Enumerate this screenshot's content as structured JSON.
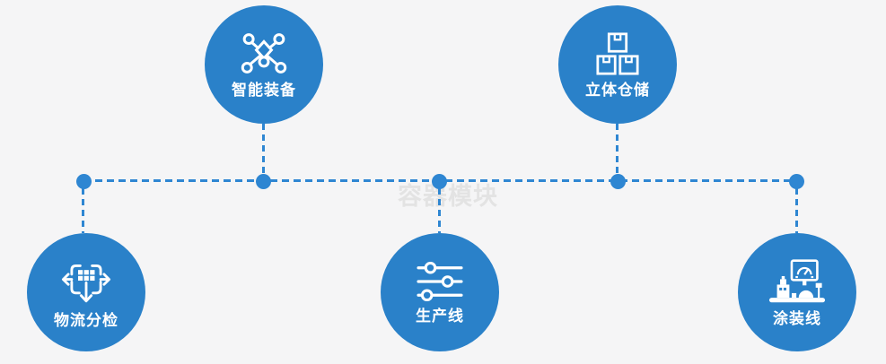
{
  "diagram": {
    "watermark": "容器模块",
    "nodes": [
      {
        "id": "smart-equipment",
        "label": "智能装备",
        "icon": "network-nodes-icon"
      },
      {
        "id": "stereo-warehouse",
        "label": "立体仓储",
        "icon": "stacked-boxes-icon"
      },
      {
        "id": "logistics-sorting",
        "label": "物流分检",
        "icon": "distribute-arrows-icon"
      },
      {
        "id": "production-line",
        "label": "生产线",
        "icon": "sliders-icon"
      },
      {
        "id": "painting-line",
        "label": "涂装线",
        "icon": "control-station-icon"
      }
    ],
    "colors": {
      "node_fill": "#2a81c9",
      "connector": "#2e86d2",
      "background": "#f5f5f6",
      "watermark_text": "#e3e3e3",
      "icon_and_label": "#ffffff"
    }
  }
}
